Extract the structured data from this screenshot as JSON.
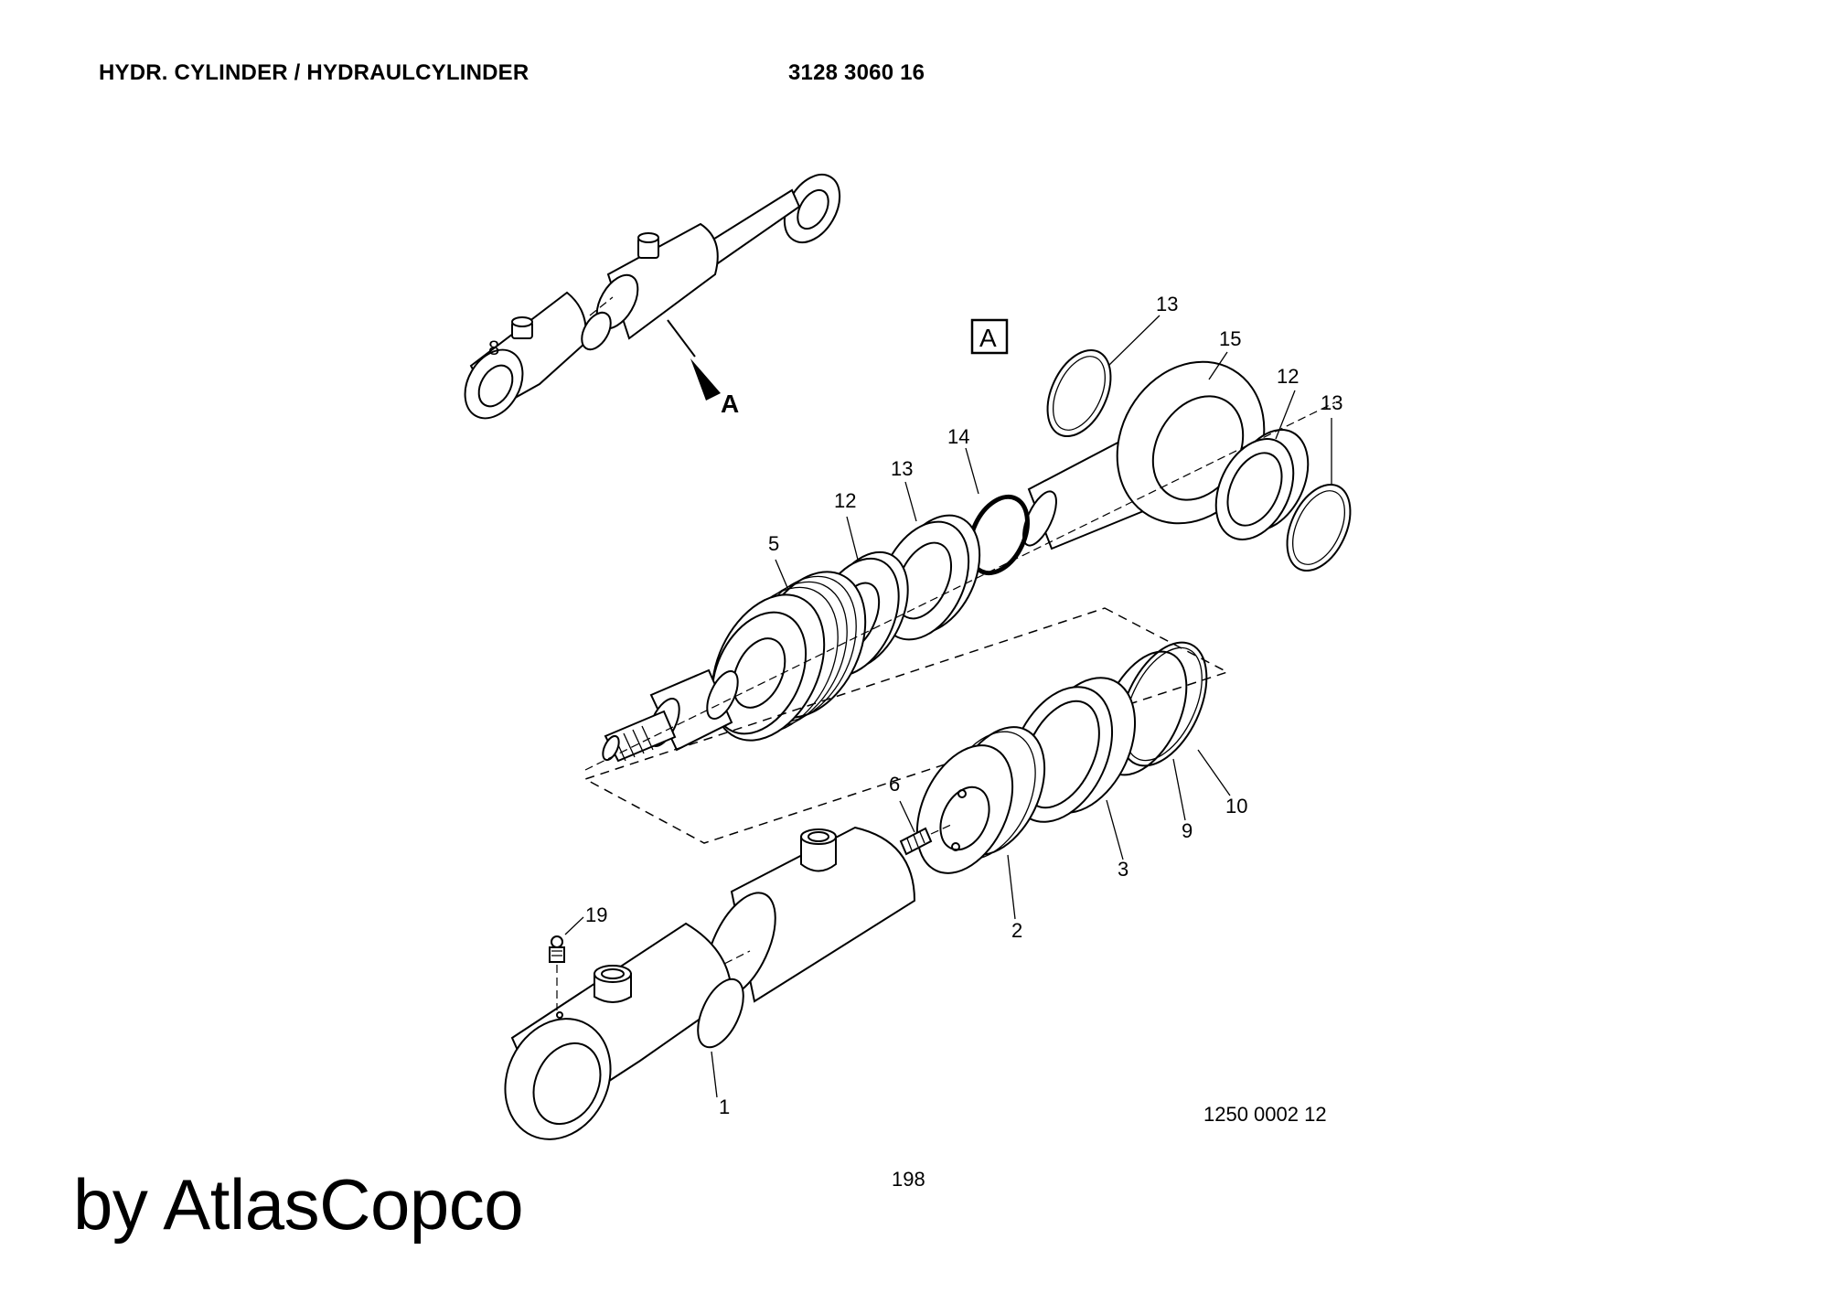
{
  "header": {
    "title": "HYDR. CYLINDER / HYDRAULCYLINDER",
    "part_number": "3128 3060 16"
  },
  "detail": {
    "box_label": "A",
    "pointer_label": "A"
  },
  "callouts": [
    {
      "id": "c1",
      "label": "1"
    },
    {
      "id": "c2",
      "label": "2"
    },
    {
      "id": "c3",
      "label": "3"
    },
    {
      "id": "c5",
      "label": "5"
    },
    {
      "id": "c6",
      "label": "6"
    },
    {
      "id": "c8",
      "label": "8"
    },
    {
      "id": "c9",
      "label": "9"
    },
    {
      "id": "c10",
      "label": "10"
    },
    {
      "id": "c12a",
      "label": "12"
    },
    {
      "id": "c12b",
      "label": "12"
    },
    {
      "id": "c13a",
      "label": "13"
    },
    {
      "id": "c13b",
      "label": "13"
    },
    {
      "id": "c13c",
      "label": "13"
    },
    {
      "id": "c14",
      "label": "14"
    },
    {
      "id": "c15",
      "label": "15"
    },
    {
      "id": "c19",
      "label": "19"
    }
  ],
  "drawing_number": "1250 0002 12",
  "page_number": "198",
  "brand": "by AtlasCopco"
}
